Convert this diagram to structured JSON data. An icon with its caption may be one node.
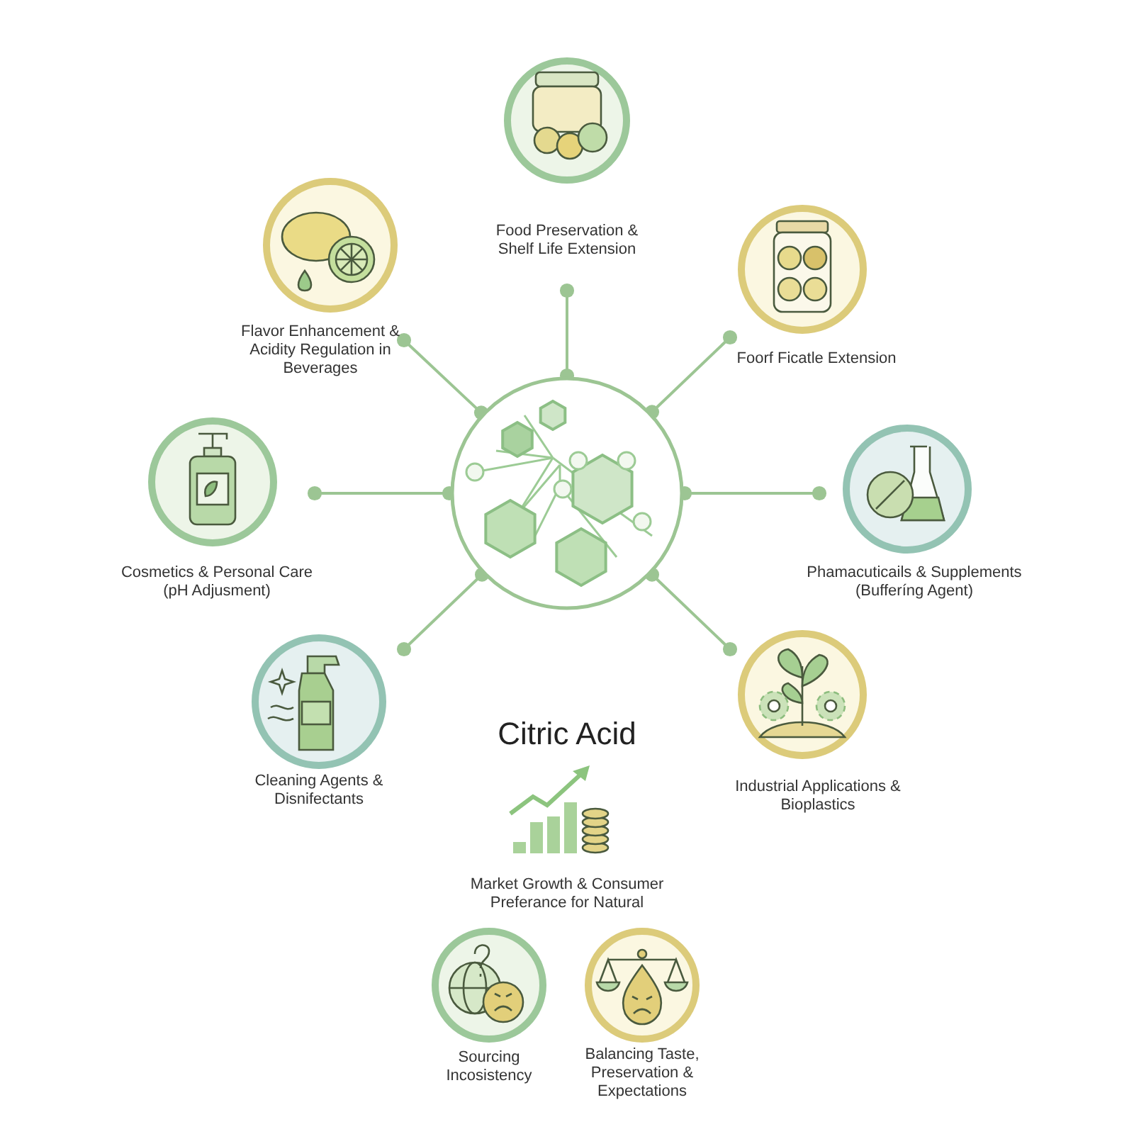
{
  "diagram": {
    "nodes": [
      {
        "text": [],
        "shape": "circle"
      },
      {
        "text": [
          "Food Preservation & Shelf Life Extension"
        ]
      },
      {
        "text": [
          "Flavor Enhancement & Acidity Regulation in Beverages"
        ]
      },
      {
        "text": [
          "Foorf Ficatle Extension"
        ]
      },
      {
        "text": [
          "Cosmetics & Personal Care (pH Adjusment)"
        ]
      },
      {
        "text": [
          "Phamacuticails & Supplements (Bufferíng Agent)"
        ]
      },
      {
        "text": [
          "Cleaning Agents & Disnifectants"
        ]
      },
      {
        "text": [
          "Industrial Applications & Bioplastics"
        ]
      },
      {
        "text": [
          "Market Growth & Consumer Preferance for Natural"
        ]
      },
      {
        "text": [
          "Sourcing Incosistency"
        ]
      },
      {
        "text": [
          "Balancing Taste, Preservation & Expectations"
        ]
      }
    ],
    "edges": [
      {
        "from": 0,
        "to": 1,
        "arrow": "other"
      },
      {
        "from": 0,
        "to": 2,
        "arrow": "other"
      },
      {
        "from": 0,
        "to": 3,
        "arrow": "other"
      },
      {
        "from": 0,
        "to": 4,
        "arrow": "other"
      },
      {
        "from": 0,
        "to": 5,
        "arrow": "other"
      },
      {
        "from": 0,
        "to": 6,
        "arrow": "other"
      },
      {
        "from": 0,
        "to": 7,
        "arrow": "other"
      }
    ],
    "labels": [
      "Citric Acid"
    ]
  }
}
